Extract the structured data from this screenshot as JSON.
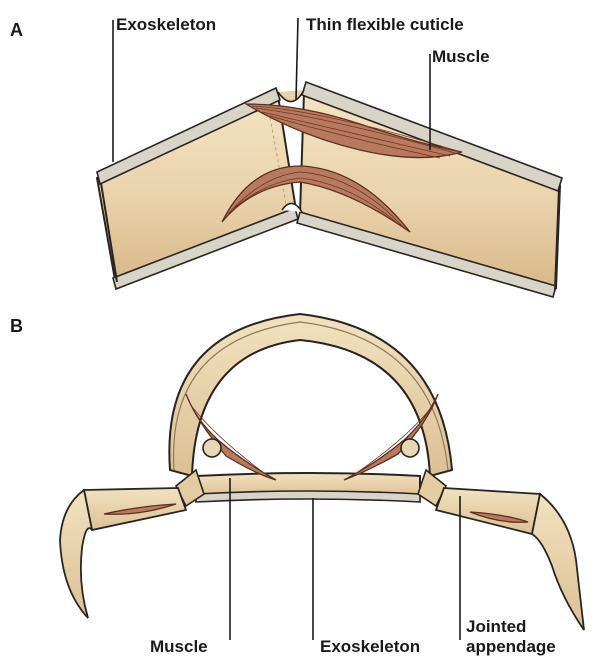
{
  "panels": {
    "a": {
      "panel_label": "A",
      "labels": {
        "exoskeleton": "Exoskeleton",
        "cuticle": "Thin flexible cuticle",
        "muscle": "Muscle"
      }
    },
    "b": {
      "panel_label": "B",
      "labels": {
        "muscle": "Muscle",
        "exoskeleton": "Exoskeleton",
        "appendage_line1": "Jointed",
        "appendage_line2": "appendage"
      }
    }
  },
  "colors": {
    "tissue": "#ead3ac",
    "tissue_shade": "#d9b98a",
    "rim": "#d9d4c8",
    "muscle": "#b87a5e",
    "outline": "#2a2520"
  }
}
